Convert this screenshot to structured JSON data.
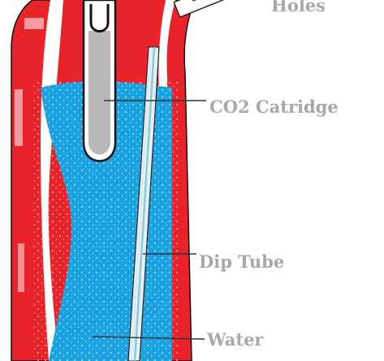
{
  "labels": {
    "holes": "Holes",
    "co2_cartridge": "CO2 Catridge",
    "dip_tube": "Dip Tube",
    "water": "Water"
  },
  "colors": {
    "shell": "#e8232a",
    "water": "#1aa3e0",
    "cartridge": "#b8b8b8",
    "outline": "#111111",
    "label": "#a8a8a8",
    "leader": "#333333",
    "background": "#ffffff"
  }
}
